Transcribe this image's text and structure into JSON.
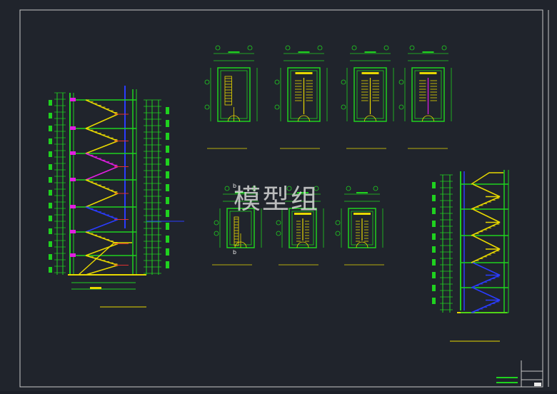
{
  "watermark": "模型组",
  "colors": {
    "background": "#20242c",
    "frame": "#c8c8c8",
    "wall": "#1fd11f",
    "stair": "#e8d800",
    "section": "#e8d800",
    "highlight_magenta": "#e21ee2",
    "highlight_blue": "#2a3cff",
    "dimension": "#1fd11f",
    "text": "#e9e9e9",
    "red": "#e03030"
  },
  "drawing_titles": {
    "section_left": "",
    "section_right": "",
    "plan_1": "",
    "plan_2": "",
    "plan_3": "",
    "plan_4": "",
    "plan_5": "",
    "plan_6": "",
    "plan_7": ""
  },
  "section_marks": {
    "top": "b",
    "bottom": "b"
  },
  "title_block": {
    "line1": "",
    "line2": "",
    "line3": ""
  }
}
